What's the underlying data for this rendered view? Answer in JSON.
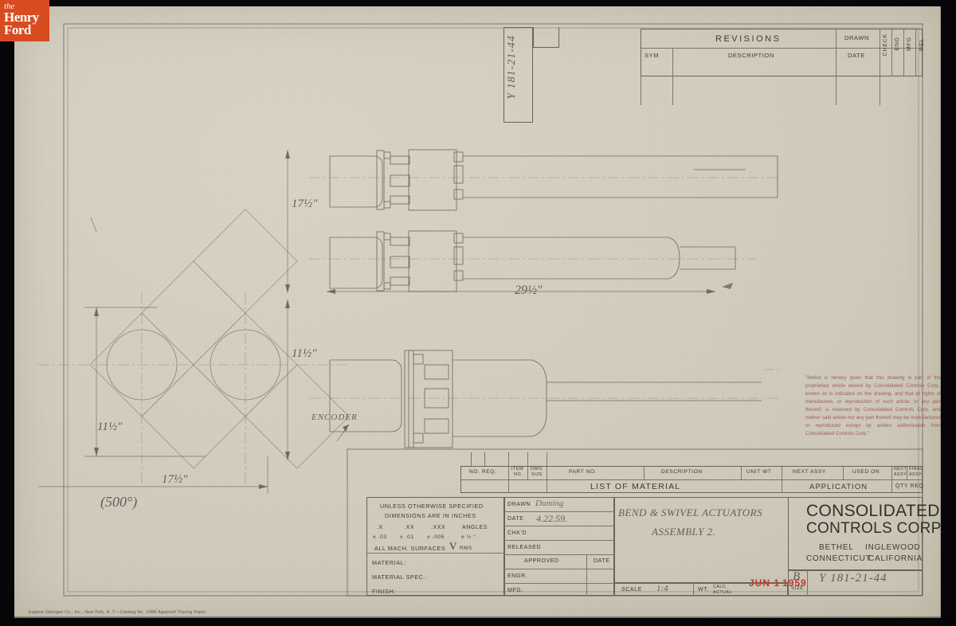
{
  "watermark": {
    "line1": "the",
    "line2": "Henry",
    "line3": "Ford"
  },
  "sheet": {
    "drawing_number_vertical": "Y 181-21-44",
    "footer_credit": "Eugene Dietzgen Co., Inc., New York, N. Y.—Catalog No. 198M Ageproof Tracing Paper."
  },
  "revisions": {
    "title": "REVISIONS",
    "columns": [
      "SYM",
      "DESCRIPTION"
    ],
    "drawn_label": "DRAWN",
    "date_label": "DATE",
    "vertical_columns": [
      "CHECK",
      "ENG",
      "MFG",
      "REL"
    ],
    "rows": []
  },
  "notice": {
    "text": "\"Notice is hereby given that this drawing is part of the proprietary article owned by Consolidated Controls Corp., known as is indicated on the drawing, and that all rights of manufacture, or reproduction of such article, or any part thereof, is reserved by Consolidated Controls Corp. and neither said article nor any part thereof may be manufactured or reproduced except by written authorization from Consolidated Controls Corp.\""
  },
  "list_of_material": {
    "headers": [
      "NO. REQ.",
      "ITEM NO.",
      "DWG SIZE",
      "PART NO.",
      "DESCRIPTION",
      "UNIT WT",
      "NEXT ASSY",
      "USED ON",
      "NEXT ASSY",
      "FINAL ASSY"
    ],
    "header_item_no_l1": "ITEM",
    "header_item_no_l2": "NO.",
    "header_dwg_size_l1": "DWG",
    "header_dwg_size_l2": "SIZE",
    "header_next_assy_l1": "NEXT",
    "header_next_assy_l2": "ASSY",
    "header_final_assy_l1": "FINAL",
    "header_final_assy_l2": "ASSY",
    "band_left": "LIST  OF  MATERIAL",
    "band_mid": "APPLICATION",
    "band_right": "QTY REQ"
  },
  "tolerance_block": {
    "line1": "UNLESS OTHERWISE SPECIFIED",
    "line2": "DIMENSIONS ARE IN INCHES",
    "cols": [
      ".X",
      ".XX",
      ".XXX",
      "ANGLES"
    ],
    "vals": [
      "± .03",
      "± .01",
      "± .005",
      "± ½ °"
    ],
    "surfaces": "ALL  MACH.  SURFACES",
    "surfaces_suffix": "RMS",
    "material": "MATERIAL:",
    "material_spec": "MATERIAL  SPEC.:",
    "finish": "FINISH:"
  },
  "approval_block": {
    "drawn_label": "DRAWN",
    "drawn_value": "Duming",
    "date_label": "DATE",
    "date_value": "4.22.59.",
    "chkd_label": "CHK'D",
    "released_label": "RELEASED",
    "approved_label": "APPROVED",
    "approved_date_label": "DATE",
    "engr_label": "ENGR.",
    "mfg_label": "MFG."
  },
  "title_block": {
    "title_line1": "BEND & SWIVEL ACTUATORS",
    "title_line2": "ASSEMBLY 2.",
    "stamp_month_day": "JUN 1",
    "stamp_year": "1959",
    "scale_label": "SCALE",
    "scale_value": "1:4",
    "weight_label": "WT.",
    "weight_calc": "CALC.",
    "weight_actual": "ACTUAL",
    "size_letter": "B",
    "size_label": "SIZE",
    "drawing_number": "Y 181-21-44"
  },
  "company": {
    "name_line1": "CONSOLIDATED",
    "name_line2": "CONTROLS  CORP.",
    "loc1_city": "BETHEL",
    "loc1_state": "CONNECTICUT",
    "loc2_city": "INGLEWOOD",
    "loc2_state": "CALIFORNIA"
  },
  "annotations": {
    "dim_top": "17½\"",
    "dim_middle": "29½\"",
    "dim_lower_left": "11½\"",
    "dim_plan_height": "11½\"",
    "dim_plan_width": "17½\"",
    "angle_note": "(500°)",
    "encoder_label": "ENCODER"
  },
  "colors": {
    "paper": "#d4cfc0",
    "ink": "#3b3a33",
    "pencil": "#4a4740",
    "stamp_red": "#bb3b33",
    "notice_red": "#9c5f58",
    "logo_orange": "#d84b20"
  }
}
